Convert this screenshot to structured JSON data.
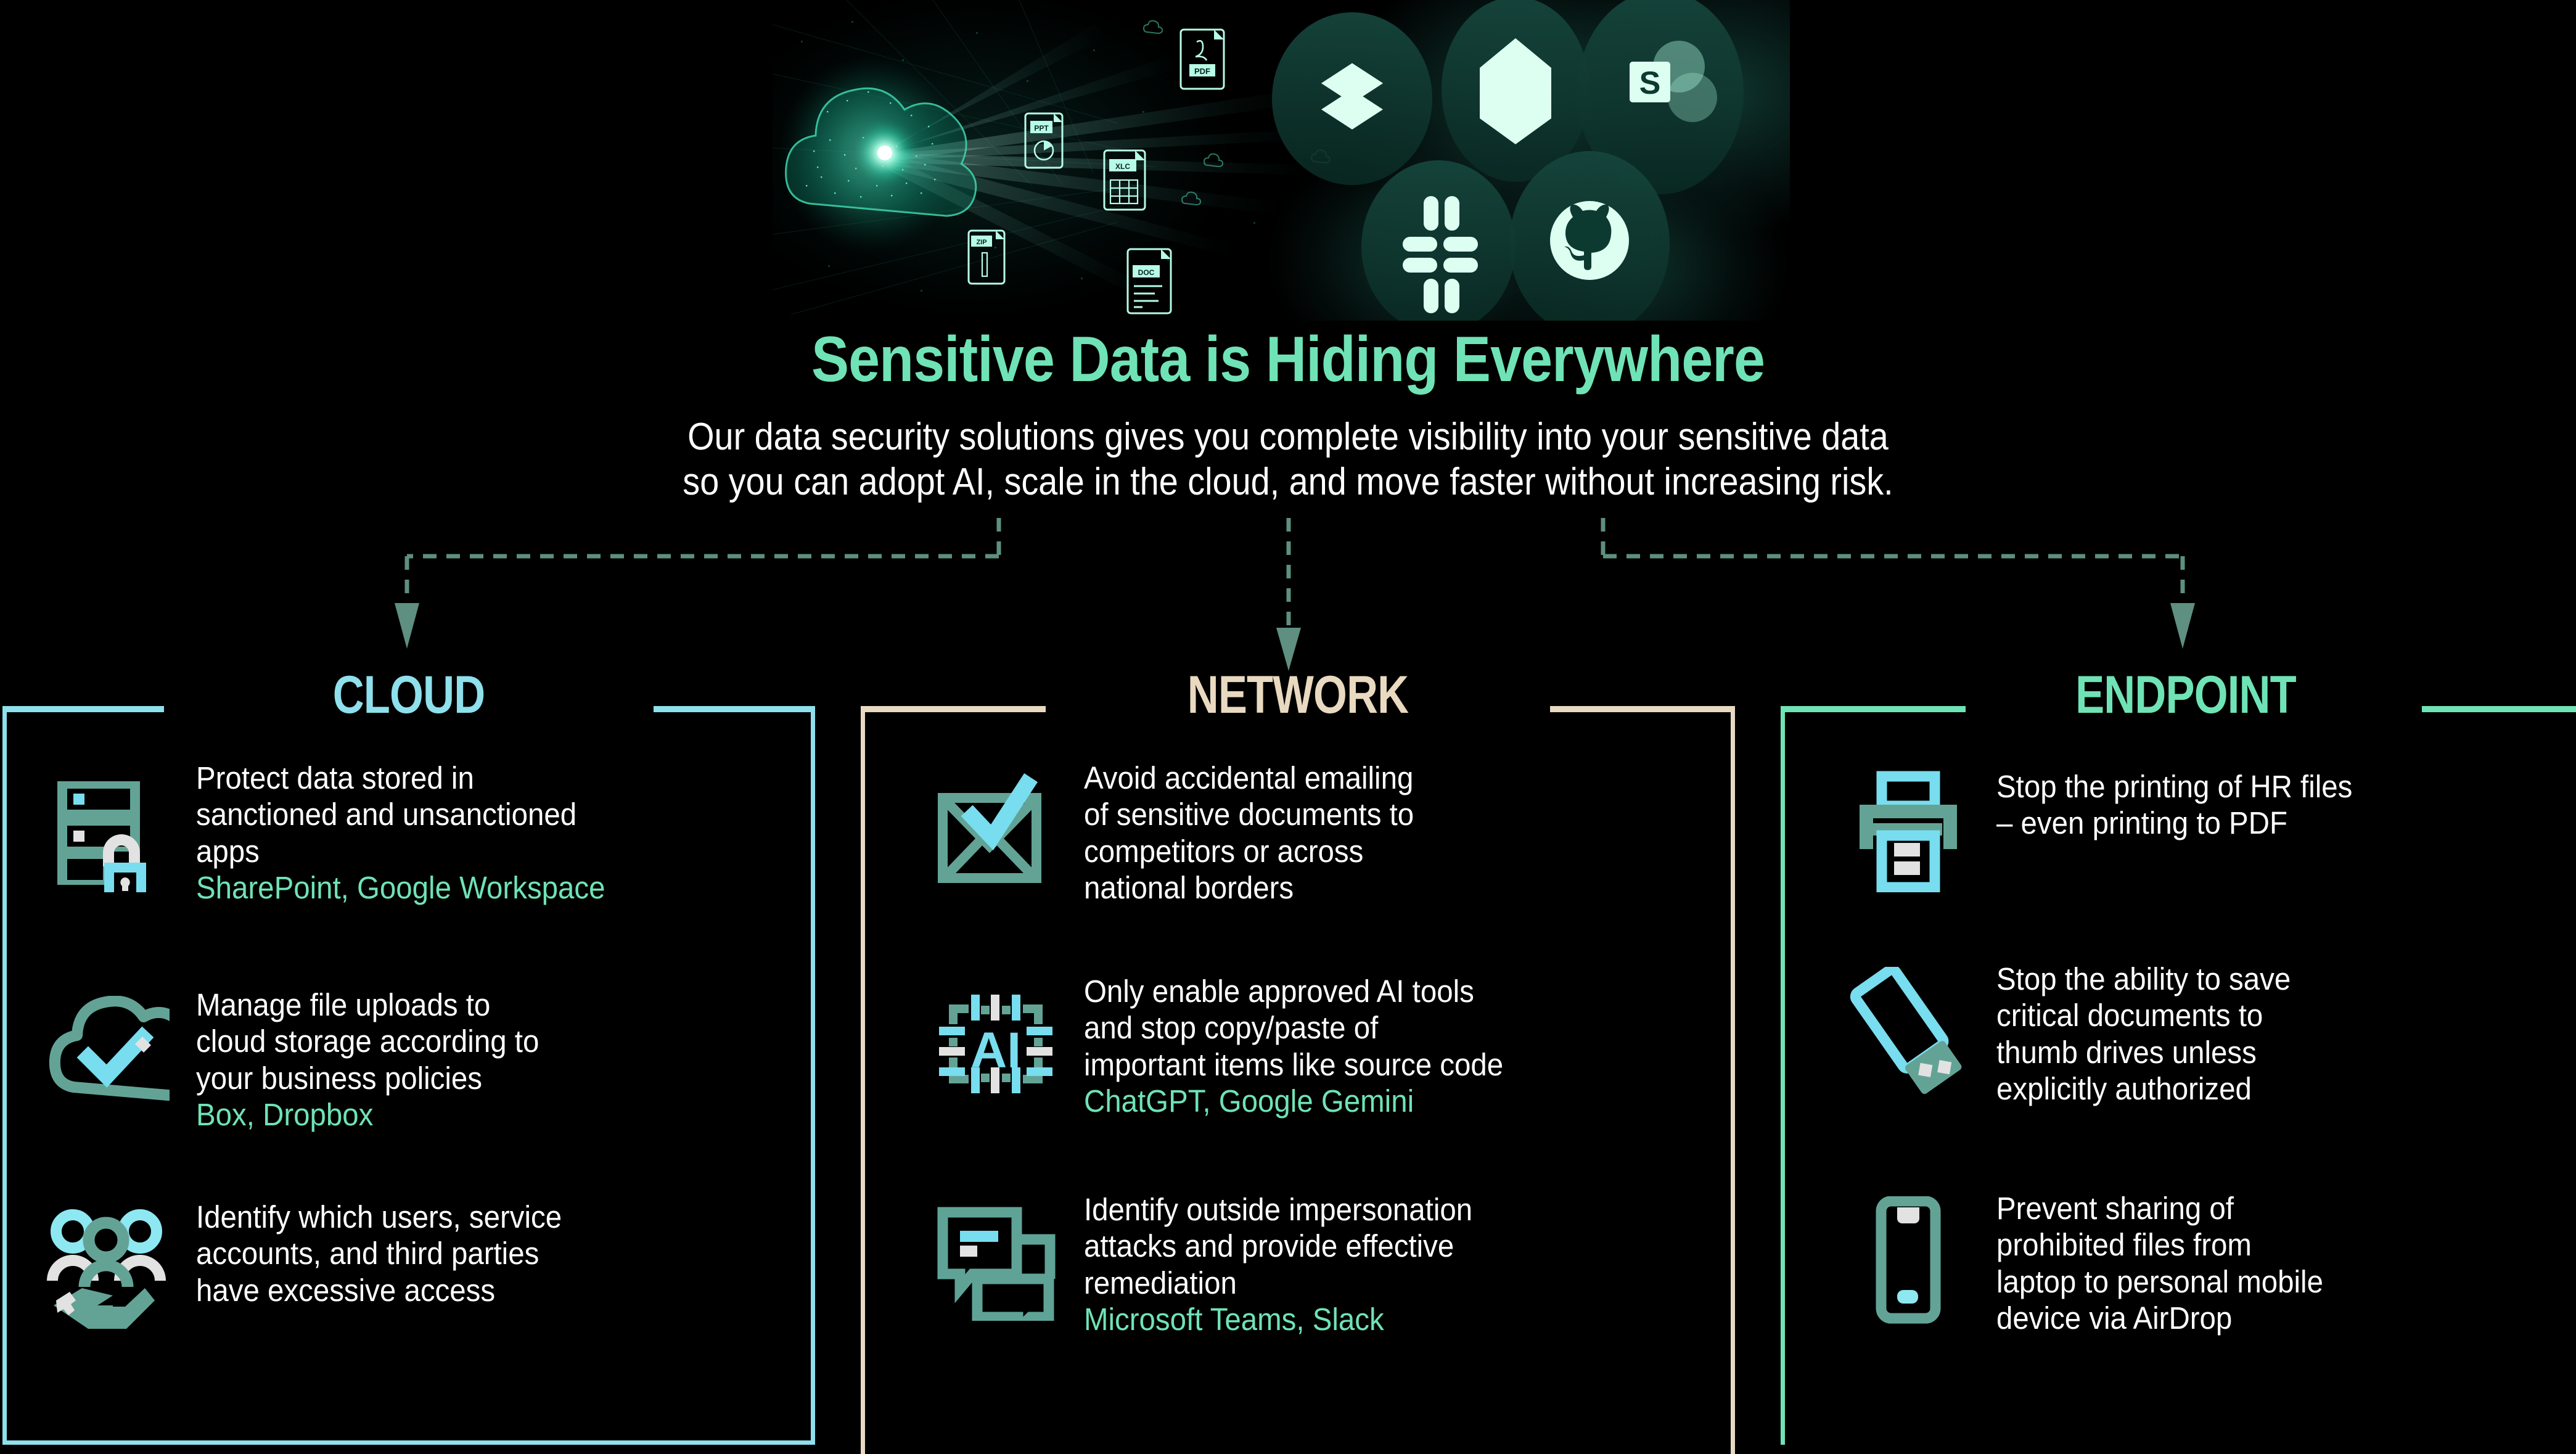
{
  "hero": {
    "alt": "glowing particle cloud emitting data files toward SaaS app logos",
    "file_labels": [
      "PDF",
      "PPT",
      "XLC",
      "ZIP",
      "DOC"
    ],
    "app_logos": [
      "dropbox-logo",
      "google-drive-logo",
      "sharepoint-logo",
      "slack-logo",
      "github-logo"
    ],
    "sharepoint_letter": "S"
  },
  "title": "Sensitive Data is Hiding Everywhere",
  "subtitle": {
    "line1": "Our data security solutions gives you complete visibility into your sensitive data",
    "line2": "so you can adopt AI, scale in the cloud, and move faster without increasing risk."
  },
  "colors": {
    "title_green": "#6FE3B6",
    "cloud_cyan": "#8DE0EC",
    "network_cream": "#E8D9C0",
    "endpoint_mint": "#6FE3B6",
    "connector_teal": "#5E8F80",
    "icon_teal": "#63A396",
    "icon_cyan": "#78DDEE",
    "icon_gray": "#E2E2E2",
    "background": "#000000"
  },
  "columns": [
    {
      "id": "cloud",
      "heading": "CLOUD",
      "accent": "#8DE0EC",
      "items": [
        {
          "icon": "server-lock-icon",
          "lines": [
            "Protect data stored in",
            "sanctioned and unsanctioned",
            "apps"
          ],
          "brand": "SharePoint, Google Workspace"
        },
        {
          "icon": "cloud-check-icon",
          "lines": [
            "Manage file uploads to",
            "cloud storage according to",
            "your business policies"
          ],
          "brand": "Box, Dropbox"
        },
        {
          "icon": "users-access-icon",
          "lines": [
            "Identify which users, service",
            "accounts, and third parties",
            "have excessive access"
          ],
          "brand": ""
        }
      ]
    },
    {
      "id": "network",
      "heading": "NETWORK",
      "accent": "#E8D9C0",
      "items": [
        {
          "icon": "email-check-icon",
          "lines": [
            "Avoid accidental emailing",
            "of sensitive documents to",
            "competitors or across",
            "national borders"
          ],
          "brand": ""
        },
        {
          "icon": "ai-chip-icon",
          "lines": [
            "Only enable approved AI tools",
            "and stop copy/paste of",
            "important items like source code"
          ],
          "brand": "ChatGPT, Google Gemini"
        },
        {
          "icon": "chat-bubbles-icon",
          "lines": [
            "Identify outside impersonation",
            "attacks and provide effective",
            "remediation"
          ],
          "brand": "Microsoft Teams, Slack"
        }
      ]
    },
    {
      "id": "endpoint",
      "heading": "ENDPOINT",
      "accent": "#6FE3B6",
      "items": [
        {
          "icon": "printer-icon",
          "lines": [
            "Stop the printing of HR files",
            "–  even printing to PDF"
          ],
          "brand": ""
        },
        {
          "icon": "usb-drive-icon",
          "lines": [
            "Stop the ability to save",
            "critical documents to",
            "thumb drives unless",
            "explicitly authorized"
          ],
          "brand": ""
        },
        {
          "icon": "mobile-phone-icon",
          "lines": [
            "Prevent sharing of",
            "prohibited files from",
            "laptop to personal mobile",
            "device via AirDrop"
          ],
          "brand": ""
        }
      ]
    }
  ]
}
